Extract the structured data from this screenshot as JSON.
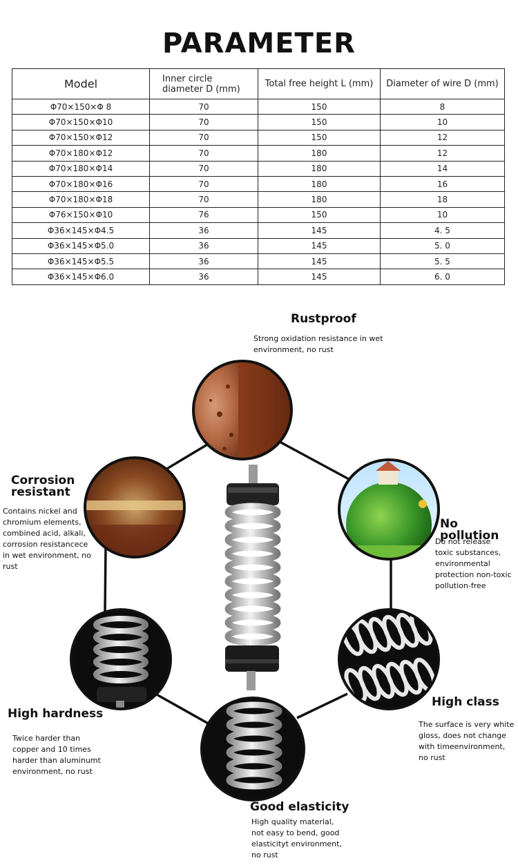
{
  "page": {
    "title": "PARAMETER"
  },
  "table": {
    "headers": {
      "model": "Model",
      "inner": [
        "Inner circle",
        "diameter D (mm)"
      ],
      "height": "Total free height L (mm)",
      "wire": "Diameter of wire D (mm)"
    },
    "rows": [
      [
        "Φ70×150×Φ 8",
        "70",
        "150",
        "8"
      ],
      [
        "Φ70×150×Φ10",
        "70",
        "150",
        "10"
      ],
      [
        "Φ70×150×Φ12",
        "70",
        "150",
        "12"
      ],
      [
        "Φ70×180×Φ12",
        "70",
        "180",
        "12"
      ],
      [
        "Φ70×180×Φ14",
        "70",
        "180",
        "14"
      ],
      [
        "Φ70×180×Φ16",
        "70",
        "180",
        "16"
      ],
      [
        "Φ70×180×Φ18",
        "70",
        "180",
        "18"
      ],
      [
        "Φ76×150×Φ10",
        "76",
        "150",
        "10"
      ],
      [
        "Φ36×145×Φ4.5",
        "36",
        "145",
        "4. 5"
      ],
      [
        "Φ36×145×Φ5.0",
        "36",
        "145",
        "5. 0"
      ],
      [
        "Φ36×145×Φ5.5",
        "36",
        "145",
        "5. 5"
      ],
      [
        "Φ36×145×Φ6.0",
        "36",
        "145",
        "6. 0"
      ]
    ]
  },
  "features": {
    "rustproof": {
      "title": "Rustproof",
      "desc": [
        "Strong oxidation resistance in wet",
        "environment, no rust"
      ]
    },
    "corrosion": {
      "title": [
        "Corrosion",
        "resistant"
      ],
      "desc": [
        "Contains nickel and",
        "chromium elements,",
        "combined acid, alkali,",
        "corrosion resistancece",
        "in wet environment, no",
        "rust"
      ]
    },
    "pollution": {
      "title": "No pollution",
      "desc": [
        "Do not release",
        "toxic substances,",
        "environmental",
        "protection non-toxic",
        "pollution-free"
      ]
    },
    "hardness": {
      "title": "High hardness",
      "desc": [
        "Twice harder than",
        "copper and 10 times",
        "harder than aluminumt",
        "environment, no rust"
      ]
    },
    "highclass": {
      "title": "High class",
      "desc": [
        "The surface is very white",
        "gloss, does not change",
        "with timeenvironment,",
        "no rust"
      ]
    },
    "elasticity": {
      "title": "Good elasticity",
      "desc": [
        "High quality material,",
        "not easy to bend, good",
        "elasticityt environment,",
        "no rust"
      ]
    }
  }
}
